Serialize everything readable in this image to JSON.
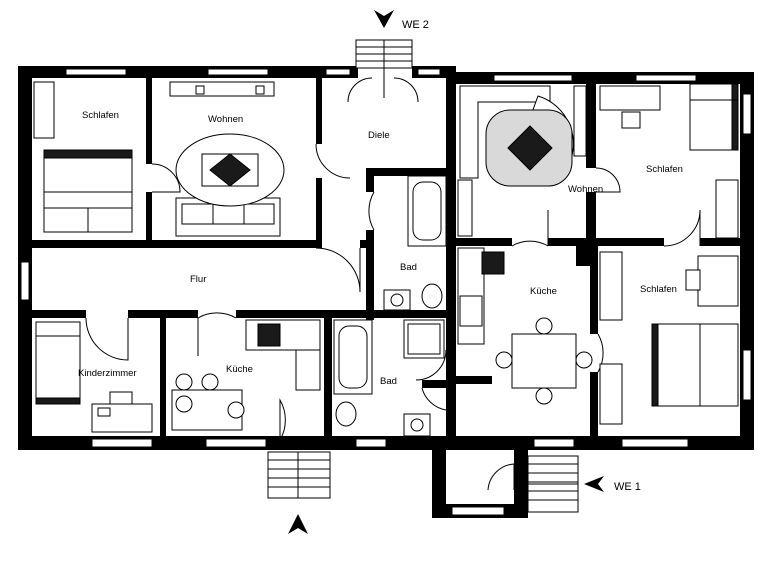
{
  "entrances": {
    "we1": "WE 1",
    "we2": "WE 2"
  },
  "rooms": {
    "schlafen_nw": "Schlafen",
    "wohnen_west": "Wohnen",
    "diele": "Diele",
    "wohnen_east": "Wohnen",
    "schlafen_ne": "Schlafen",
    "flur": "Flur",
    "bad_center": "Bad",
    "kueche_east": "Küche",
    "schlafen_east": "Schlafen",
    "kinderzimmer": "Kinderzimmer",
    "kueche_west": "Küche",
    "bad_south": "Bad"
  },
  "colors": {
    "wall": "#000000",
    "background": "#ffffff",
    "floor_rug": "#d9d9d9"
  }
}
